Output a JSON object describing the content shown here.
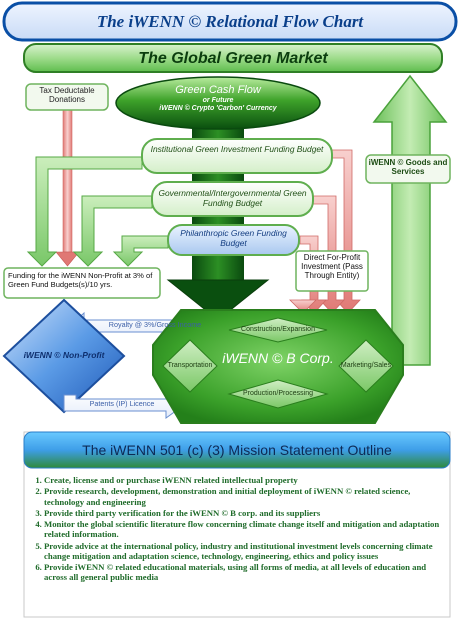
{
  "header": {
    "title": "The iWENN © Relational Flow Chart"
  },
  "market": {
    "title": "The Global Green Market"
  },
  "cash_flow": {
    "line1": "Green Cash Flow",
    "line2": "or Future",
    "line3": "iWENN © Crypto 'Carbon' Currency"
  },
  "tax": {
    "label": "Tax Deductable Donations"
  },
  "goods": {
    "label": "iWENN © Goods and Services"
  },
  "budgets": {
    "institutional": "Institutional  Green Investment Funding Budget",
    "governmental": "Governmental/Intergovernmental Green  Funding Budget",
    "philanthropic": "Philanthropic Green Funding Budget"
  },
  "funding_np": {
    "label": "Funding for the iWENN Non-Profit at 3% of Green Fund Budgets(s)/10 yrs."
  },
  "direct": {
    "label": "Direct For-Profit Investment (Pass Through Entity)"
  },
  "nonprofit": {
    "label": "iWENN © Non-Profit"
  },
  "royalty": {
    "label": "Royalty @ 3%/Gross Income"
  },
  "patents": {
    "label": "Patents (IP) Licence"
  },
  "bcorp": {
    "title": "iWENN © B Corp.",
    "construction": "Construction/Expansion",
    "transportation": "Transportation",
    "marketing": "Marketing/Sales",
    "production": "Production/Processing"
  },
  "mission": {
    "title": "The iWENN 501 (c) (3) Mission Statement Outline",
    "items": [
      "Create, license and or purchase iWENN related intellectual property",
      "Provide research, development, demonstration and initial deployment of iWENN © related science, technology and engineering",
      "Provide third party verification for the iWENN © B corp. and its suppliers",
      "Monitor the global scientific literature flow concerning climate change itself and mitigation and adaptation related information.",
      "Provide advice at the international policy, industry and institutional investment levels concerning climate change mitigation and adaptation science, technology, engineering, ethics and policy issues",
      "Provide iWENN © related educational materials, using all forms of media, at all levels of education and across all general public media"
    ]
  },
  "colors": {
    "title_blue": "#0a4fa6",
    "green_dark": "#0b5e12",
    "green_light": "#8fd27e",
    "red_arrow": "#e89a98",
    "mission_text": "#1f6b2a"
  }
}
